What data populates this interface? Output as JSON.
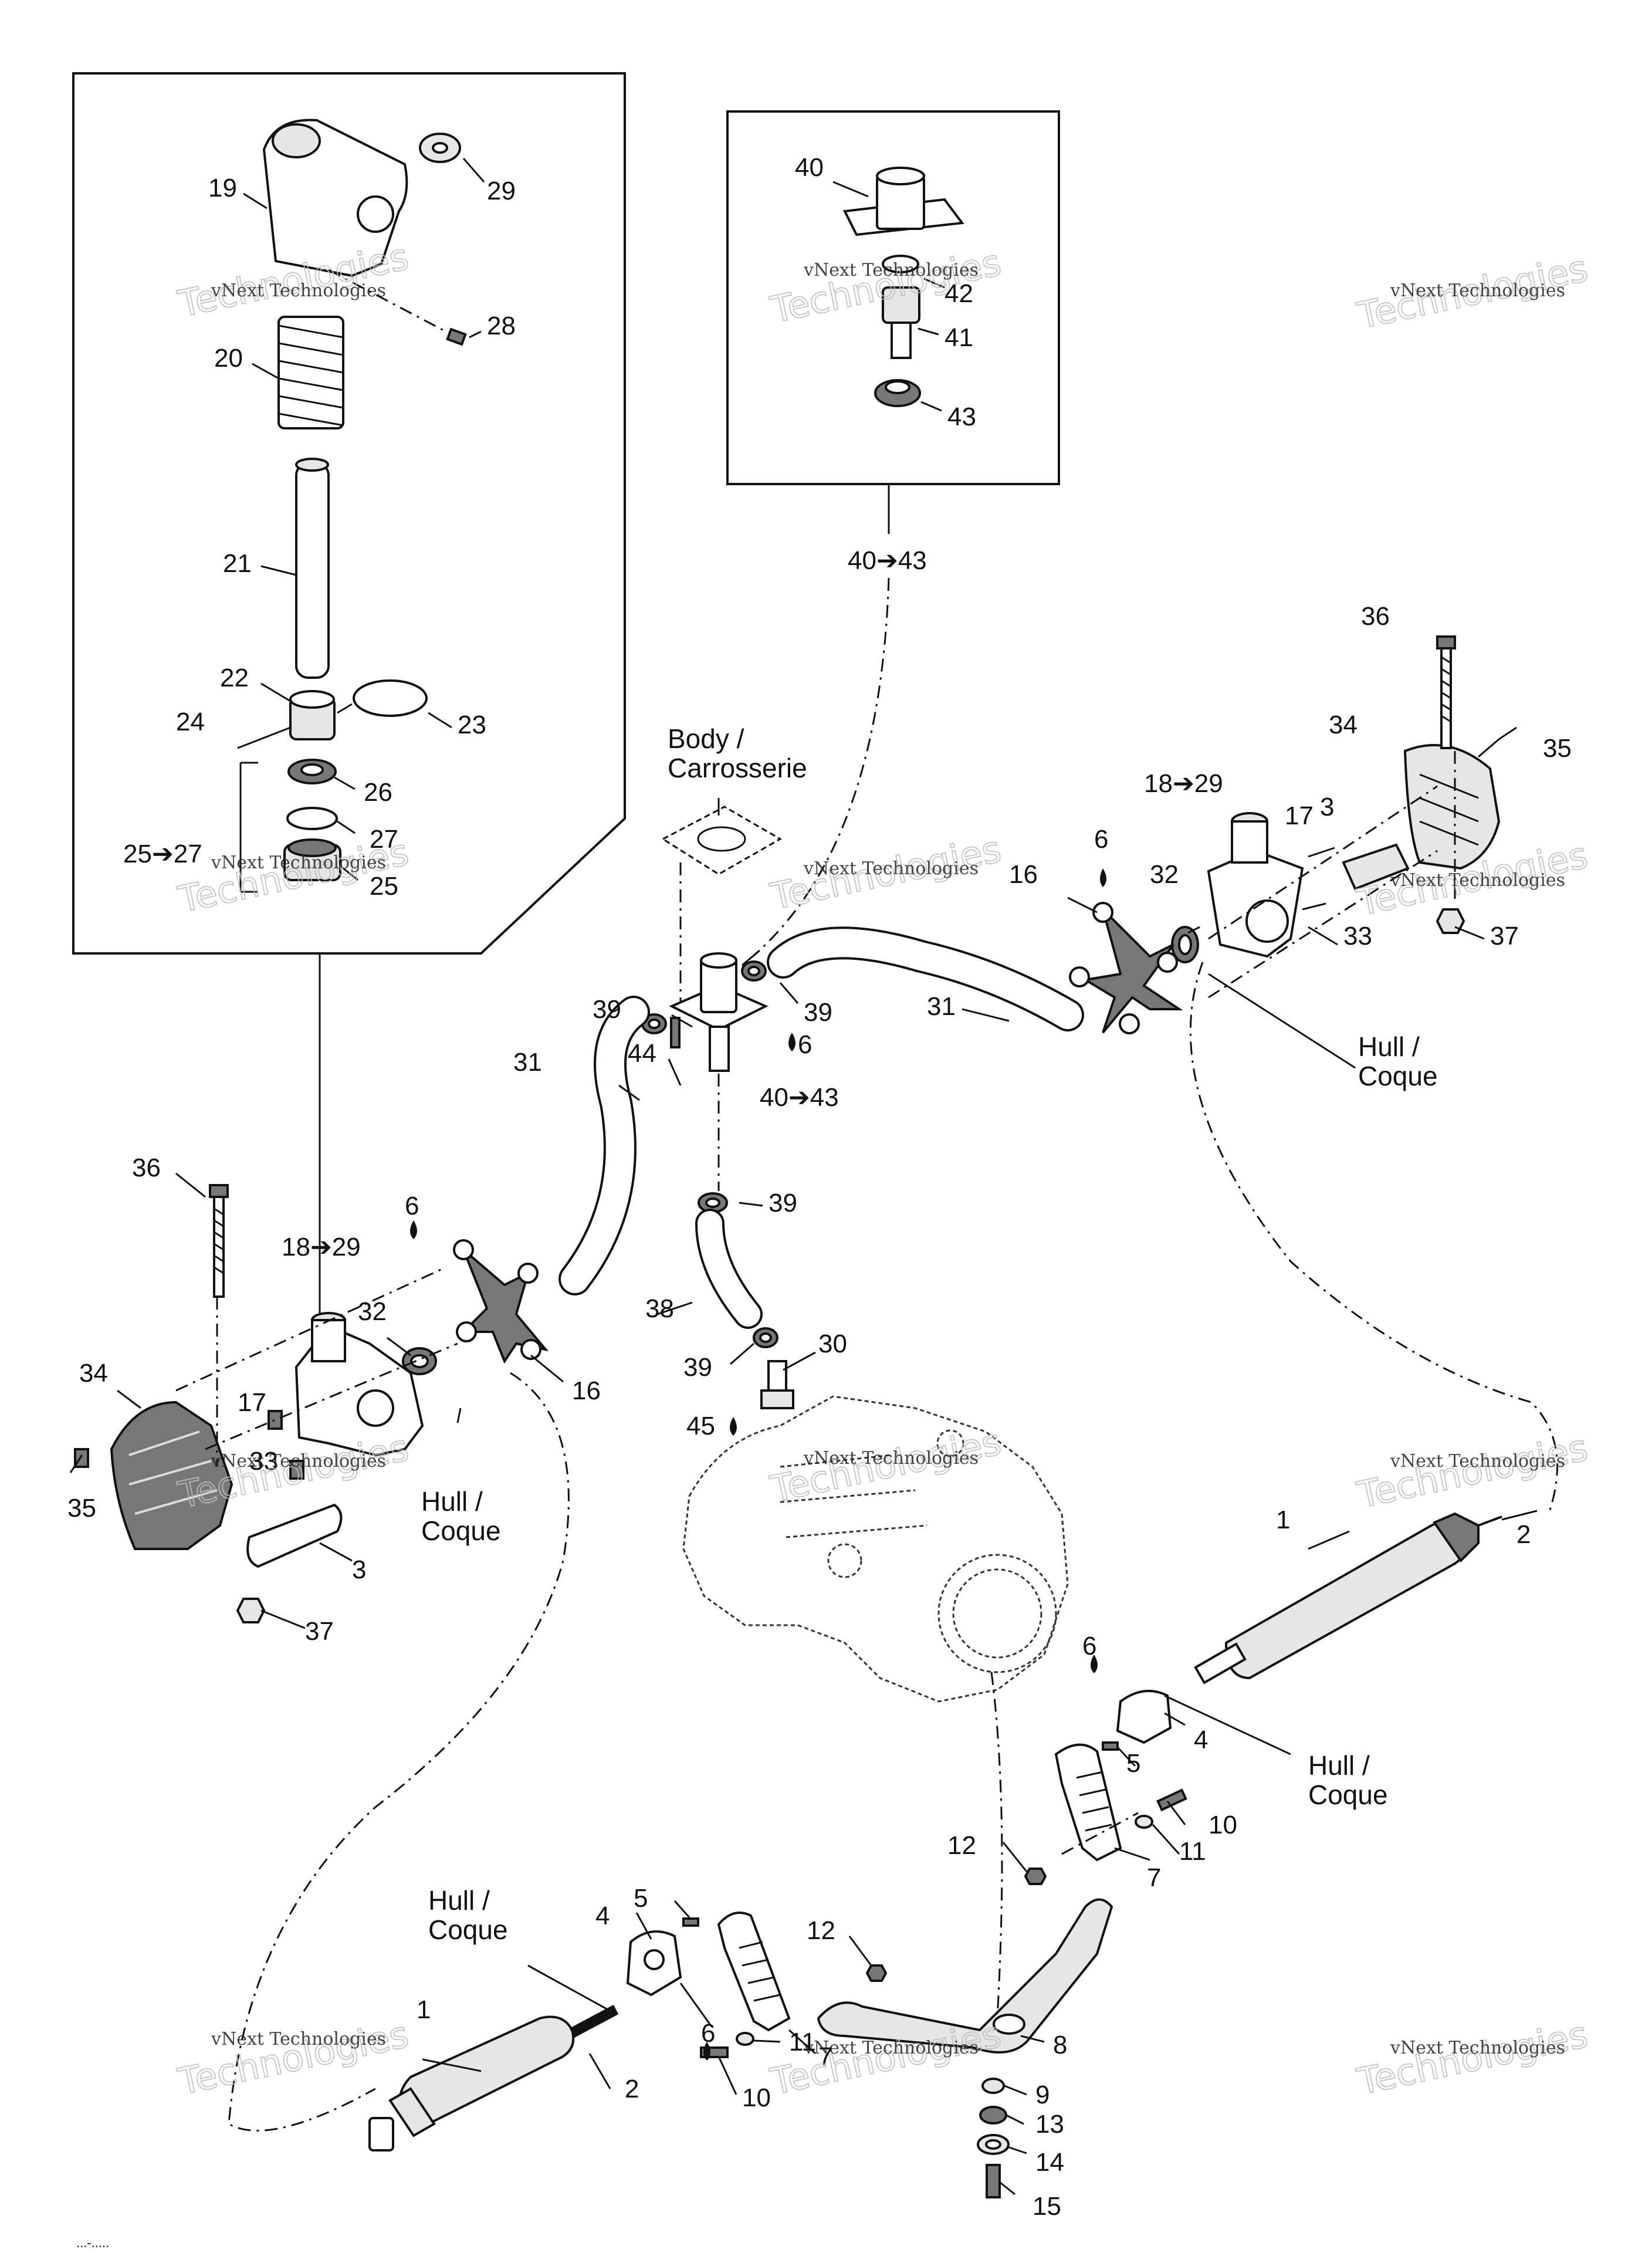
{
  "callouts": [
    {
      "id": "c19",
      "text": "19"
    },
    {
      "id": "c29a",
      "text": "29"
    },
    {
      "id": "c28",
      "text": "28"
    },
    {
      "id": "c20",
      "text": "20"
    },
    {
      "id": "c21",
      "text": "21"
    },
    {
      "id": "c22",
      "text": "22"
    },
    {
      "id": "c23",
      "text": "23"
    },
    {
      "id": "c24",
      "text": "24"
    },
    {
      "id": "c26",
      "text": "26"
    },
    {
      "id": "c27",
      "text": "27"
    },
    {
      "id": "c25_27",
      "text": "25➔27"
    },
    {
      "id": "c25",
      "text": "25"
    },
    {
      "id": "c40",
      "text": "40"
    },
    {
      "id": "c42",
      "text": "42"
    },
    {
      "id": "c41",
      "text": "41"
    },
    {
      "id": "c43",
      "text": "43"
    },
    {
      "id": "c40_43a",
      "text": "40➔43"
    },
    {
      "id": "c36r",
      "text": "36"
    },
    {
      "id": "c35r",
      "text": "35"
    },
    {
      "id": "c34r",
      "text": "34"
    },
    {
      "id": "c18_29r",
      "text": "18➔29"
    },
    {
      "id": "c3r",
      "text": "3"
    },
    {
      "id": "c17r",
      "text": "17"
    },
    {
      "id": "c6r",
      "text": "6"
    },
    {
      "id": "c16r",
      "text": "16"
    },
    {
      "id": "c32r",
      "text": "32"
    },
    {
      "id": "c33r",
      "text": "33"
    },
    {
      "id": "c37r",
      "text": "37"
    },
    {
      "id": "c39a",
      "text": "39"
    },
    {
      "id": "c39b",
      "text": "39"
    },
    {
      "id": "c6m",
      "text": "6"
    },
    {
      "id": "c31r",
      "text": "31"
    },
    {
      "id": "c31l",
      "text": "31"
    },
    {
      "id": "c44",
      "text": "44"
    },
    {
      "id": "c40_43b",
      "text": "40➔43"
    },
    {
      "id": "c39c",
      "text": "39"
    },
    {
      "id": "c38",
      "text": "38"
    },
    {
      "id": "c39d",
      "text": "39"
    },
    {
      "id": "c30",
      "text": "30"
    },
    {
      "id": "c45",
      "text": "45"
    },
    {
      "id": "c36l",
      "text": "36"
    },
    {
      "id": "c6l",
      "text": "6"
    },
    {
      "id": "c18_29l",
      "text": "18➔29"
    },
    {
      "id": "c32l",
      "text": "32"
    },
    {
      "id": "c16l",
      "text": "16"
    },
    {
      "id": "c34l",
      "text": "34"
    },
    {
      "id": "c17l",
      "text": "17"
    },
    {
      "id": "c33l",
      "text": "33"
    },
    {
      "id": "c35l",
      "text": "35"
    },
    {
      "id": "c3l",
      "text": "3"
    },
    {
      "id": "c37l",
      "text": "37"
    },
    {
      "id": "c1r",
      "text": "1"
    },
    {
      "id": "c2r",
      "text": "2"
    },
    {
      "id": "c6b",
      "text": "6"
    },
    {
      "id": "c4r",
      "text": "4"
    },
    {
      "id": "c5r",
      "text": "5"
    },
    {
      "id": "c10r",
      "text": "10"
    },
    {
      "id": "c11r",
      "text": "11"
    },
    {
      "id": "c12r",
      "text": "12"
    },
    {
      "id": "c7r",
      "text": "7"
    },
    {
      "id": "c5l",
      "text": "5"
    },
    {
      "id": "c4l",
      "text": "4"
    },
    {
      "id": "c12l",
      "text": "12"
    },
    {
      "id": "c1l",
      "text": "1"
    },
    {
      "id": "c2l",
      "text": "2"
    },
    {
      "id": "c6c",
      "text": "6"
    },
    {
      "id": "c8",
      "text": "8"
    },
    {
      "id": "c9",
      "text": "9"
    },
    {
      "id": "c11l",
      "text": "11"
    },
    {
      "id": "c7l",
      "text": "7"
    },
    {
      "id": "c10l",
      "text": "10"
    },
    {
      "id": "c13",
      "text": "13"
    },
    {
      "id": "c14",
      "text": "14"
    },
    {
      "id": "c15",
      "text": "15"
    }
  ],
  "notes": {
    "body1": "Body /",
    "body2": "Carrosserie",
    "hull_top_r1": "Hull /",
    "hull_top_r2": "Coque",
    "hull_mid_l1": "Hull /",
    "hull_mid_l2": "Coque",
    "hull_low_r1": "Hull /",
    "hull_low_r2": "Coque",
    "hull_bot_l1": "Hull /",
    "hull_bot_l2": "Coque"
  },
  "watermark": {
    "line1": "vNext Technologies",
    "line2": "Technologies",
    "line3": "vNext"
  },
  "drawing_number": "...-.....",
  "icons": {
    "lubricant": "oil-drop-icon"
  }
}
